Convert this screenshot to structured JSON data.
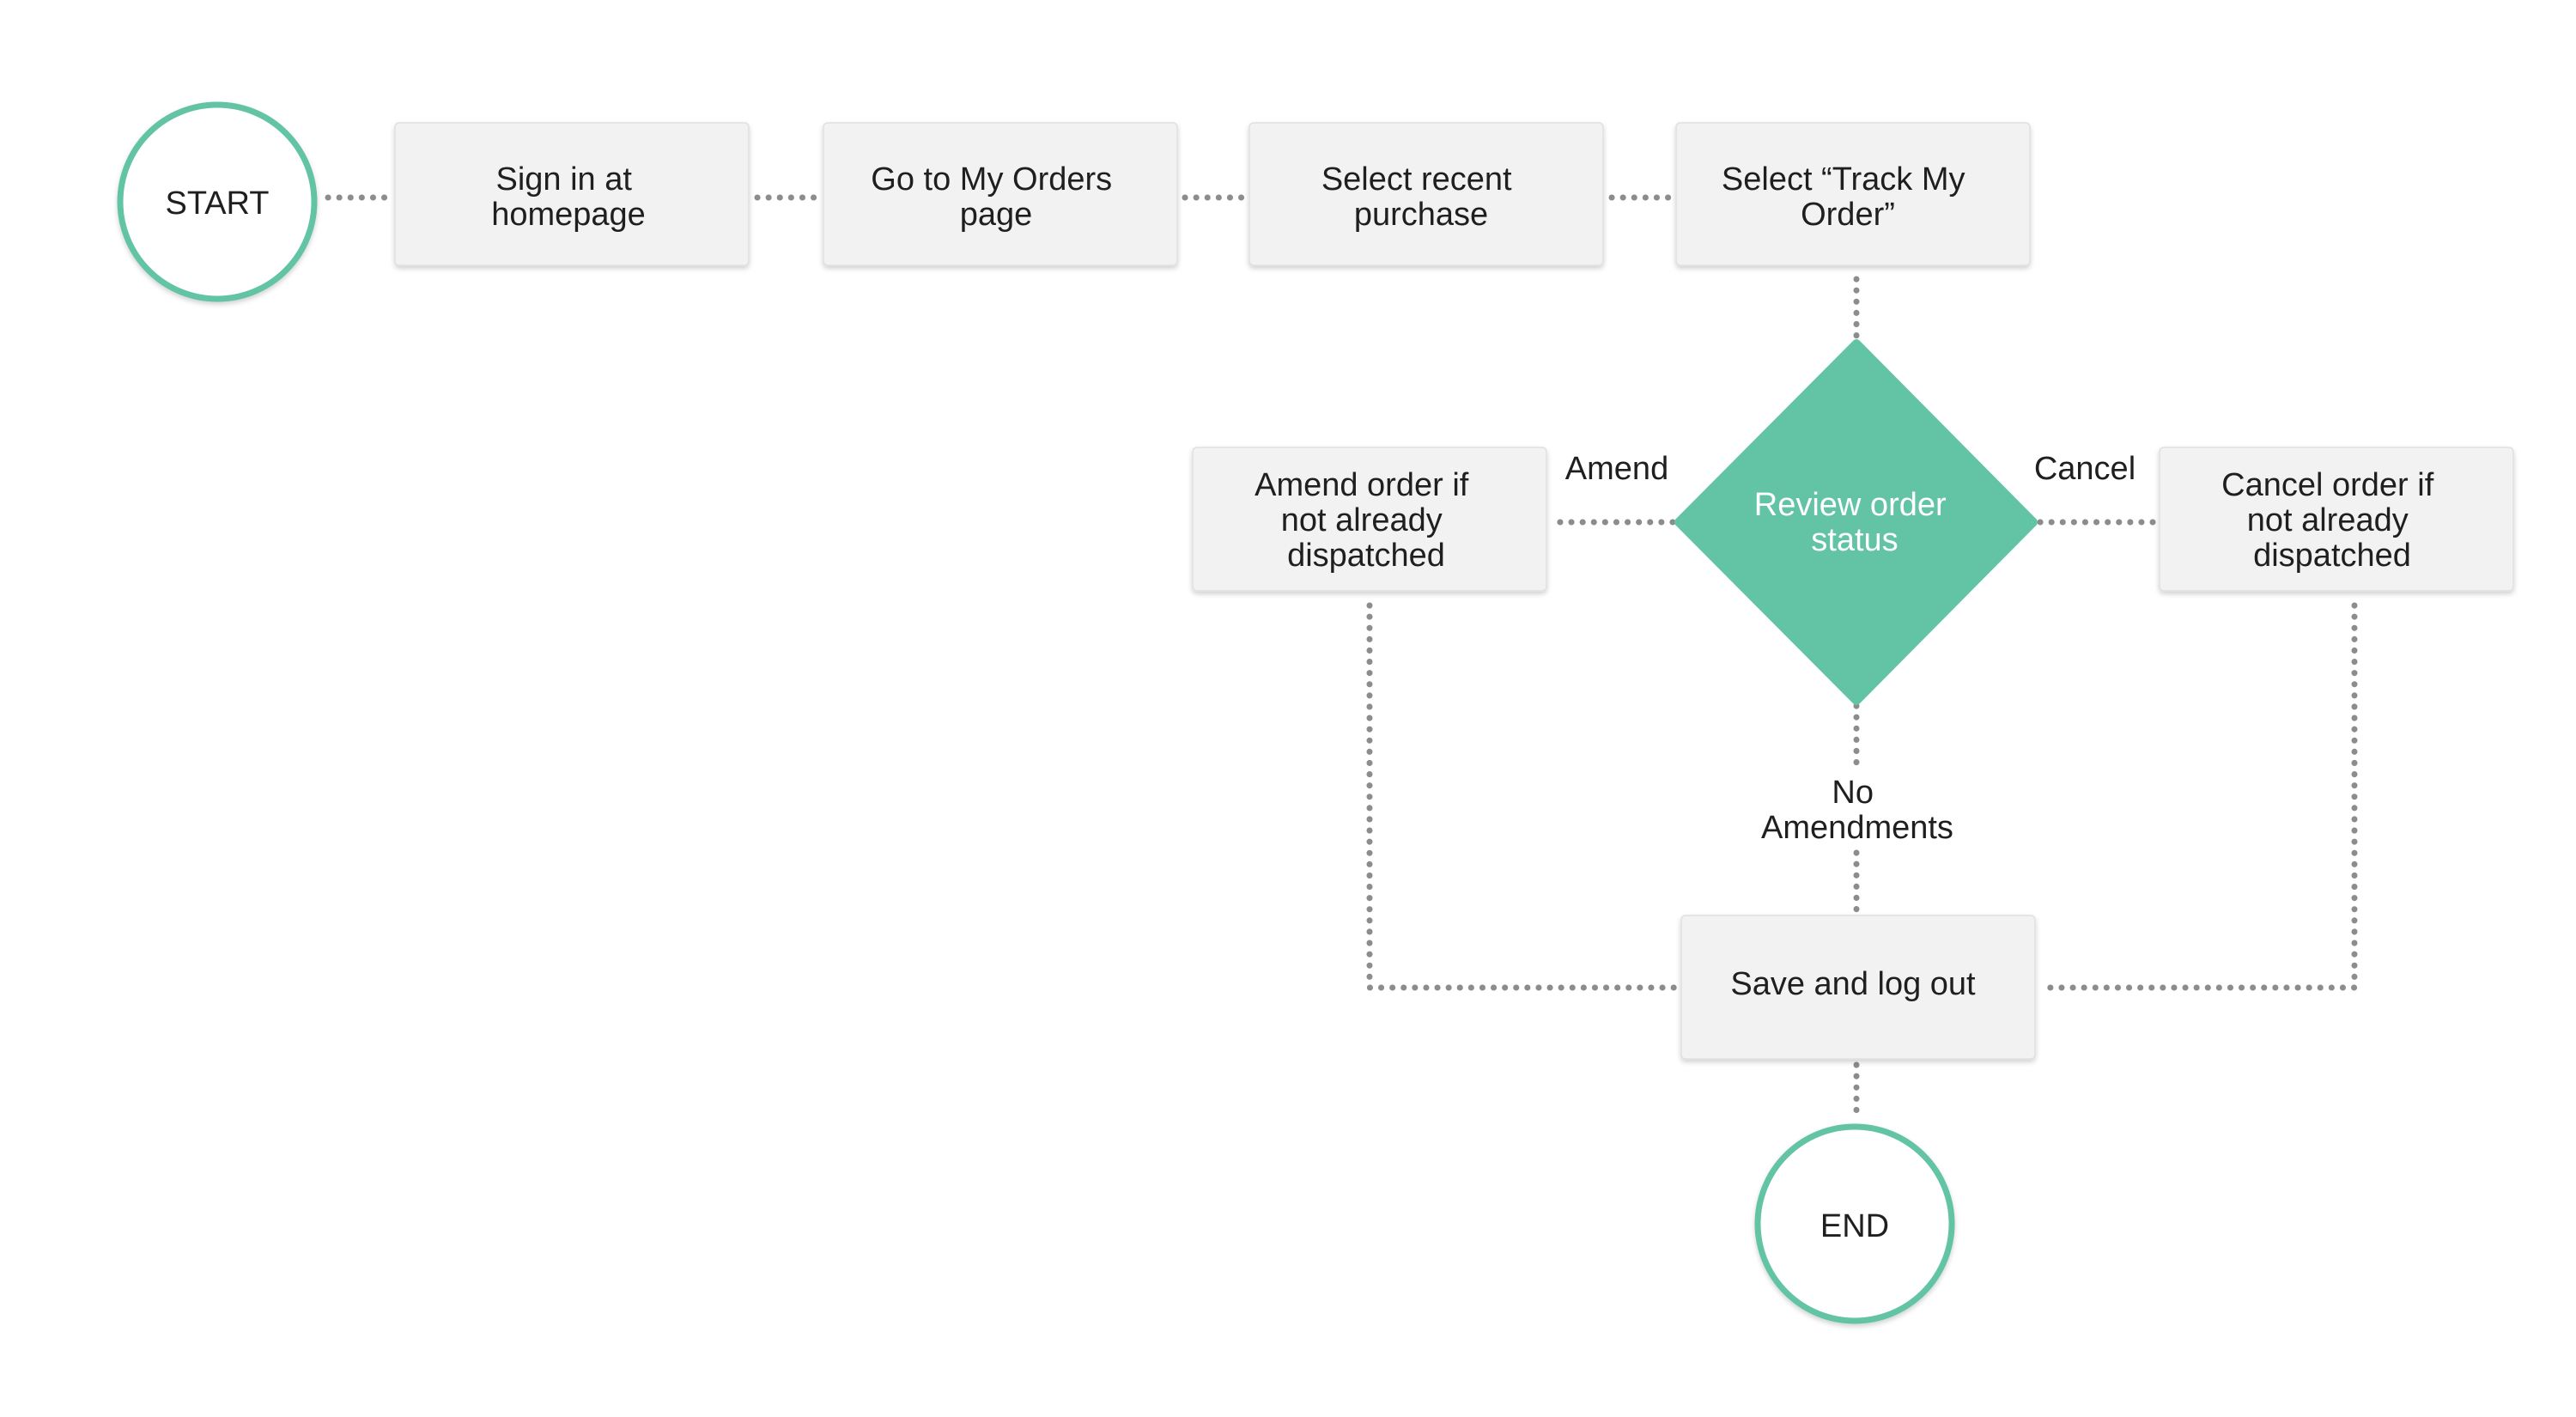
{
  "colors": {
    "accent": "#62c4a5",
    "box_fill": "#f2f2f2",
    "connector": "#8c8c8c",
    "text": "#1f1f1f",
    "decision_text": "#ffffff"
  },
  "nodes": {
    "start": {
      "label": "START"
    },
    "sign_in": {
      "line1": "Sign in at",
      "line2": "homepage"
    },
    "my_orders": {
      "line1": "Go to My Orders",
      "line2": "page"
    },
    "select_purchase": {
      "line1": "Select recent",
      "line2": "purchase"
    },
    "track_order": {
      "line1": "Select “Track My",
      "line2": "Order”"
    },
    "review_status": {
      "line1": "Review order",
      "line2": "status"
    },
    "amend_order": {
      "line1": "Amend order if",
      "line2": "not already",
      "line3": "dispatched"
    },
    "cancel_order": {
      "line1": "Cancel order if",
      "line2": "not already",
      "line3": "dispatched"
    },
    "save_logout": {
      "label": "Save and log out"
    },
    "end": {
      "label": "END"
    }
  },
  "edge_labels": {
    "amend": "Amend",
    "cancel": "Cancel",
    "no_amendments_line1": "No",
    "no_amendments_line2": "Amendments"
  }
}
